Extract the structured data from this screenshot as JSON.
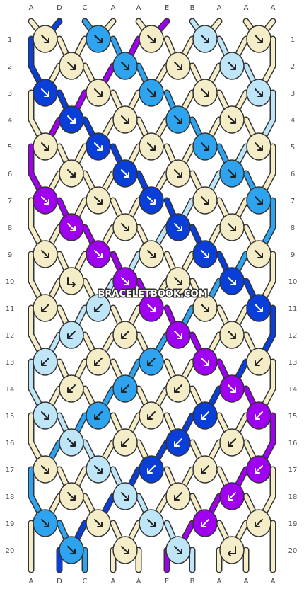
{
  "watermark": "BRACELETBOOK.COM",
  "strand_letters": [
    "A",
    "D",
    "C",
    "A",
    "A",
    "E",
    "B",
    "A",
    "A",
    "A"
  ],
  "colors": {
    "A": "#f5ecc8",
    "B": "#bfe6f8",
    "C": "#2ea4f0",
    "D": "#0a3ed8",
    "E": "#a000f0"
  },
  "outline_color": "#333333",
  "rows": [
    "1",
    "2",
    "3",
    "4",
    "5",
    "6",
    "7",
    "8",
    "9",
    "10",
    "11",
    "12",
    "13",
    "14",
    "15",
    "16",
    "17",
    "18",
    "19",
    "20"
  ],
  "knots": [
    [
      [
        "A",
        "dr"
      ],
      [
        "C",
        "dr"
      ],
      [
        "A",
        "dr"
      ],
      [
        "B",
        "dr"
      ],
      [
        "A",
        "dr"
      ]
    ],
    [
      [
        "A",
        "dr"
      ],
      [
        "C",
        "dr"
      ],
      [
        "A",
        "dr"
      ],
      [
        "B",
        "dr"
      ]
    ],
    [
      [
        "D",
        "dr"
      ],
      [
        "A",
        "dr"
      ],
      [
        "C",
        "dr"
      ],
      [
        "A",
        "dr"
      ],
      [
        "B",
        "dr"
      ]
    ],
    [
      [
        "D",
        "dr"
      ],
      [
        "A",
        "dr"
      ],
      [
        "C",
        "dr"
      ],
      [
        "A",
        "dr"
      ]
    ],
    [
      [
        "A",
        "dr"
      ],
      [
        "D",
        "dr"
      ],
      [
        "A",
        "dr"
      ],
      [
        "C",
        "dr"
      ],
      [
        "A",
        "dr"
      ]
    ],
    [
      [
        "A",
        "dr"
      ],
      [
        "D",
        "dr"
      ],
      [
        "A",
        "dr"
      ],
      [
        "C",
        "dr"
      ]
    ],
    [
      [
        "E",
        "dr"
      ],
      [
        "A",
        "dr"
      ],
      [
        "D",
        "dr"
      ],
      [
        "A",
        "dr"
      ],
      [
        "C",
        "dr"
      ]
    ],
    [
      [
        "E",
        "dr"
      ],
      [
        "A",
        "dr"
      ],
      [
        "D",
        "dr"
      ],
      [
        "A",
        "dr"
      ]
    ],
    [
      [
        "A",
        "dr"
      ],
      [
        "E",
        "dr"
      ],
      [
        "A",
        "dr"
      ],
      [
        "D",
        "dr"
      ],
      [
        "A",
        "dr"
      ]
    ],
    [
      [
        "A",
        "fr"
      ],
      [
        "E",
        "dr"
      ],
      [
        "A",
        "dr"
      ],
      [
        "D",
        "dr"
      ]
    ],
    [
      [
        "A",
        "dl"
      ],
      [
        "B",
        "dl"
      ],
      [
        "E",
        "dr"
      ],
      [
        "A",
        "dr"
      ],
      [
        "D",
        "dr"
      ]
    ],
    [
      [
        "B",
        "dl"
      ],
      [
        "A",
        "dl"
      ],
      [
        "E",
        "dr"
      ],
      [
        "A",
        "dr"
      ]
    ],
    [
      [
        "B",
        "dl"
      ],
      [
        "A",
        "dl"
      ],
      [
        "C",
        "dl"
      ],
      [
        "E",
        "dr"
      ],
      [
        "A",
        "dl"
      ]
    ],
    [
      [
        "A",
        "dl"
      ],
      [
        "C",
        "dl"
      ],
      [
        "A",
        "dl"
      ],
      [
        "E",
        "dr"
      ]
    ],
    [
      [
        "B",
        "dr"
      ],
      [
        "C",
        "dl"
      ],
      [
        "A",
        "dl"
      ],
      [
        "D",
        "dl"
      ],
      [
        "E",
        "dl"
      ]
    ],
    [
      [
        "B",
        "dr"
      ],
      [
        "A",
        "dl"
      ],
      [
        "D",
        "dl"
      ],
      [
        "A",
        "dl"
      ]
    ],
    [
      [
        "A",
        "dr"
      ],
      [
        "B",
        "dr"
      ],
      [
        "D",
        "dl"
      ],
      [
        "A",
        "dl"
      ],
      [
        "E",
        "dl"
      ]
    ],
    [
      [
        "A",
        "dr"
      ],
      [
        "B",
        "dr"
      ],
      [
        "A",
        "dl"
      ],
      [
        "E",
        "dl"
      ]
    ],
    [
      [
        "C",
        "dr"
      ],
      [
        "A",
        "dr"
      ],
      [
        "B",
        "dr"
      ],
      [
        "E",
        "dl"
      ],
      [
        "A",
        "dl"
      ]
    ],
    [
      [
        "C",
        "dr"
      ],
      [
        "A",
        "dr"
      ],
      [
        "B",
        "dr"
      ],
      [
        "A",
        "fl"
      ]
    ]
  ]
}
